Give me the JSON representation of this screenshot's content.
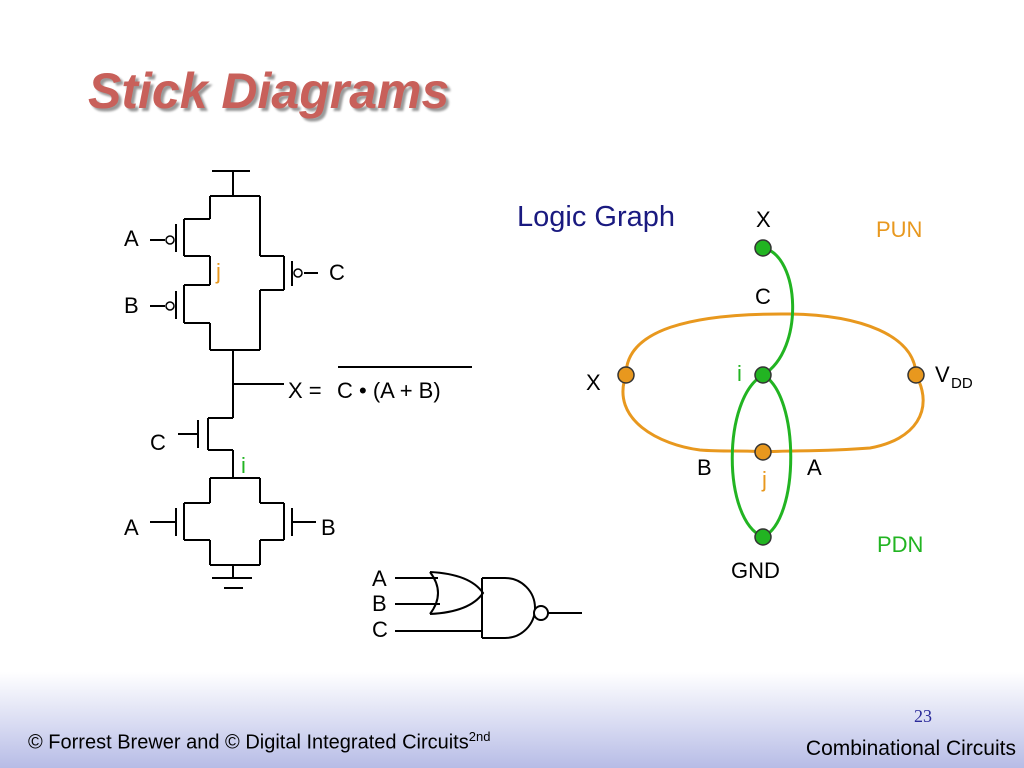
{
  "slide": {
    "title": "Stick Diagrams",
    "footer_left": "© Forrest Brewer and © Digital Integrated Circuits",
    "footer_left_sup": "2nd",
    "footer_right": "Combinational Circuits",
    "page_number": "23"
  },
  "schematic": {
    "pun_label_a": "A",
    "pun_label_b": "B",
    "pun_label_c": "C",
    "pun_node": "j",
    "equation_prefix": "X = ",
    "equation_overbar": "C • (A + B)",
    "pdn_label_c": "C",
    "pdn_node": "i",
    "pdn_label_a": "A",
    "pdn_label_b": "B"
  },
  "gate": {
    "input_a": "A",
    "input_b": "B",
    "input_c": "C"
  },
  "logic_graph": {
    "title": "Logic Graph",
    "top_x": "X",
    "pun_label": "PUN",
    "edge_c": "C",
    "left_x": "X",
    "node_i": "i",
    "vdd_main": "V",
    "vdd_sub": "DD",
    "edge_b": "B",
    "node_j": "j",
    "edge_a": "A",
    "pdn_label": "PDN",
    "gnd": "GND"
  },
  "colors": {
    "title": "#c8605a",
    "pun_orange": "#e8981e",
    "pdn_green": "#22b422",
    "logic_title": "#1a1a80"
  }
}
